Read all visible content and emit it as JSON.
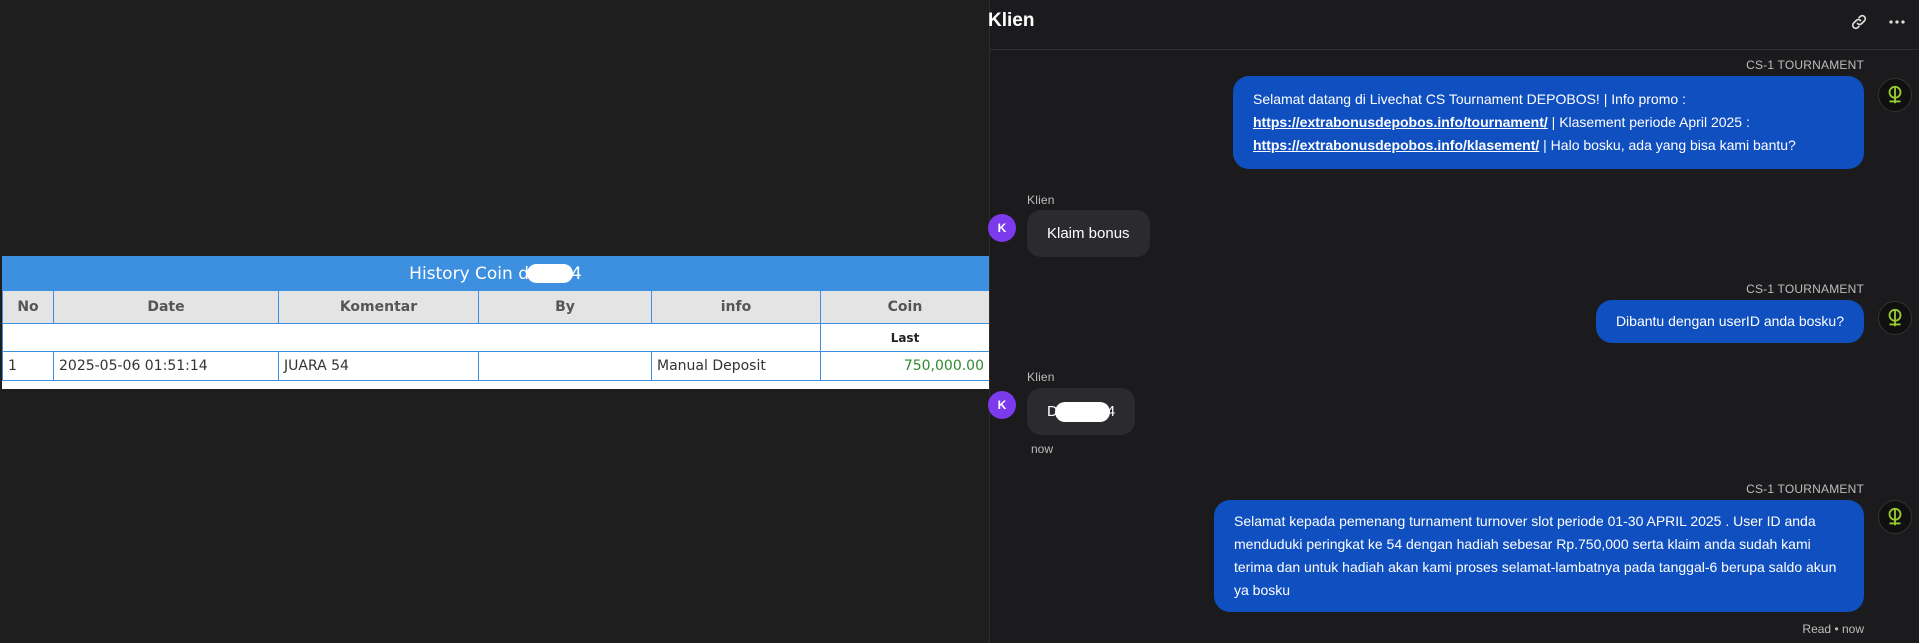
{
  "history": {
    "title_prefix": "History Coin d",
    "title_suffix": "4",
    "columns": [
      "No",
      "Date",
      "Komentar",
      "By",
      "info",
      "Coin"
    ],
    "subheader_last": "Last",
    "rows": [
      {
        "no": "1",
        "date": "2025-05-06 01:51:14",
        "komentar": "JUARA 54",
        "by": "",
        "info": "Manual Deposit",
        "coin": "750,000.00"
      }
    ]
  },
  "chat": {
    "title": "Klien",
    "messages": [
      {
        "sender": "CS-1 TOURNAMENT",
        "line1": "Selamat datang di Livechat CS Tournament DEPOBOS! | Info promo :",
        "link1": "https://extrabonusdepobos.info/tournament/",
        "line2_rest": " | Klasement periode April 2025 :",
        "link2": "https://extrabonusdepobos.info/klasement/",
        "line3_rest": " | Halo bosku, ada yang bisa kami bantu?"
      },
      {
        "sender": "Klien",
        "avatar": "K",
        "text": "Klaim bonus"
      },
      {
        "sender": "CS-1 TOURNAMENT",
        "text": "Dibantu dengan userID anda bosku?"
      },
      {
        "sender": "Klien",
        "avatar": "K",
        "text_prefix": "D",
        "text_suffix": "4",
        "time": "now"
      },
      {
        "sender": "CS-1 TOURNAMENT",
        "text": "Selamat kepada pemenang turnament turnover slot periode 01-30 APRIL 2025 . User ID anda menduduki peringkat ke 54 dengan hadiah sebesar Rp.750,000 serta klaim anda sudah kami terima dan untuk hadiah akan kami proses selamat-lambatnya pada tanggal-6 berupa saldo akun ya bosku",
        "status": "Read • now"
      }
    ]
  },
  "icons": {
    "link": "link-icon",
    "more": "more-icon",
    "agent_logo": "depobos-logo-icon"
  },
  "colors": {
    "table_header": "#3d8fe0",
    "agent_bubble": "#0f4fbf",
    "client_avatar": "#7c3aed",
    "coin_text": "#2e8b2e"
  }
}
